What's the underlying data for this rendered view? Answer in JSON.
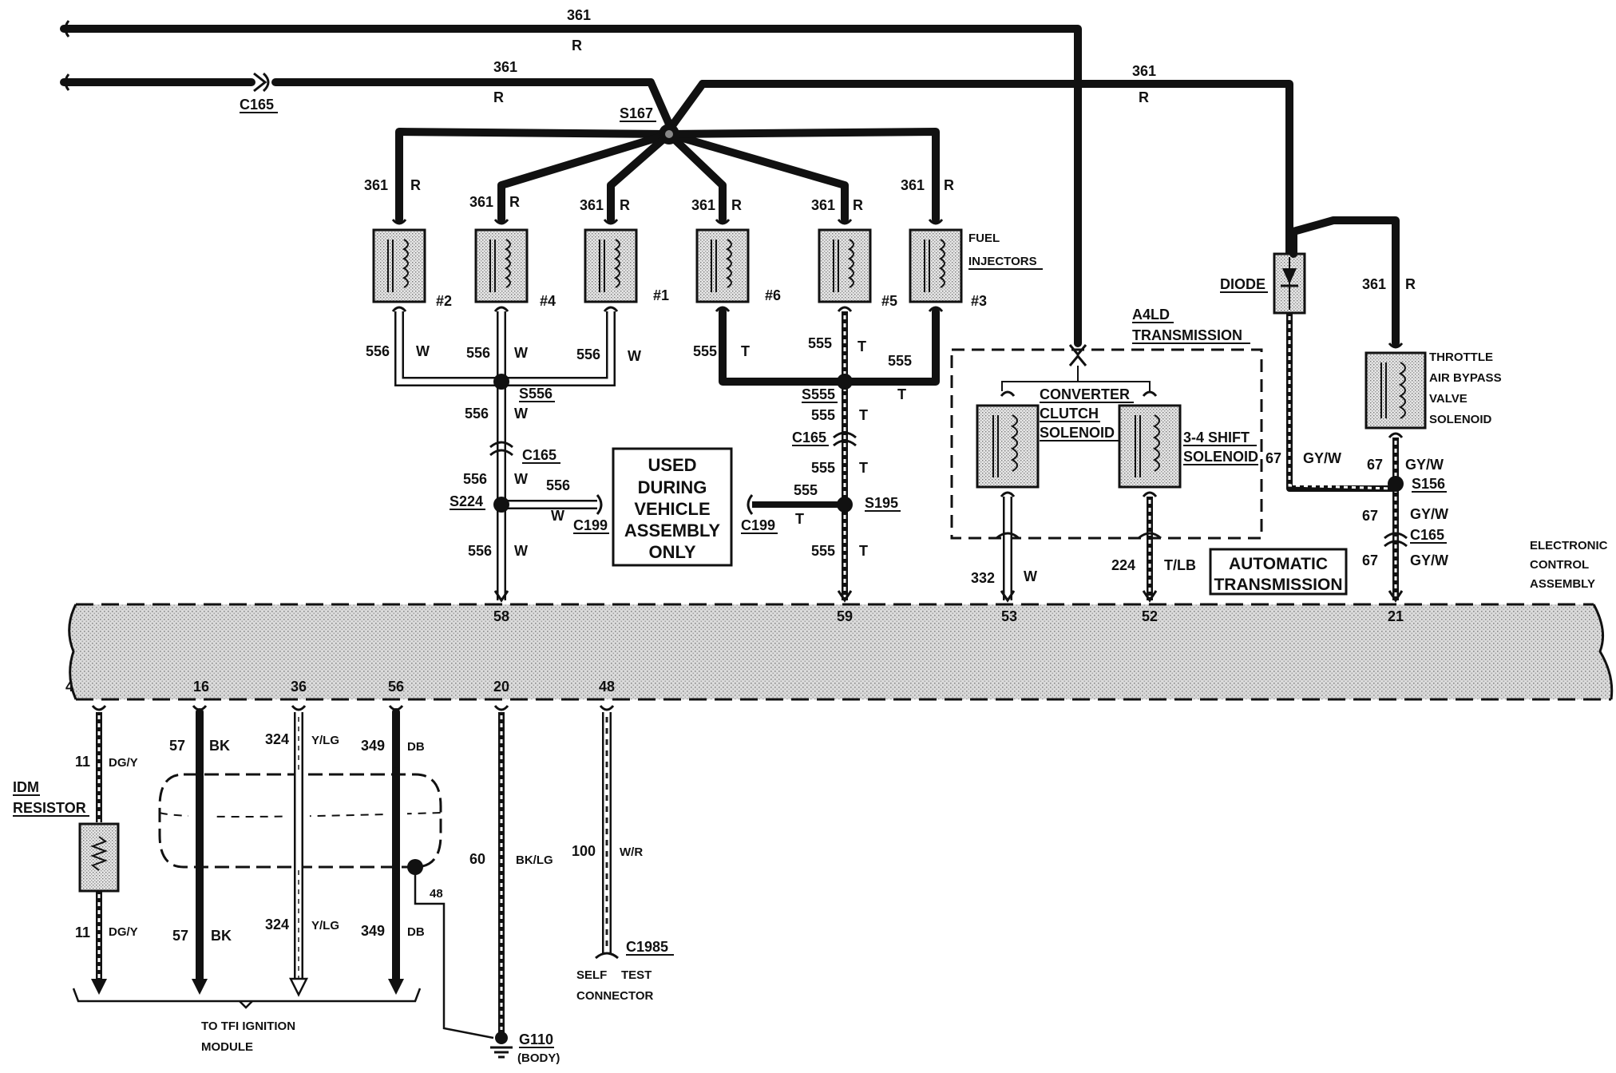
{
  "wires": {
    "w361": "361",
    "w556": "556",
    "w555": "555",
    "w332": "332",
    "w224": "224",
    "w67": "67",
    "w11": "11",
    "w57": "57",
    "w324": "324",
    "w349": "349",
    "w60": "60",
    "w100": "100",
    "w48": "48"
  },
  "colors": {
    "R": "R",
    "W": "W",
    "T": "T",
    "TLB": "T/LB",
    "GYW": "GY/W",
    "DGY": "DG/Y",
    "BK": "BK",
    "YLG": "Y/LG",
    "DB": "DB",
    "BKLG": "BK/LG",
    "WR": "W/R"
  },
  "connectors": {
    "c165": "C165",
    "c199": "C199",
    "c1985": "C1985"
  },
  "splices": {
    "s167": "S167",
    "s556": "S556",
    "s555": "S555",
    "s224": "S224",
    "s195": "S195",
    "s156": "S156"
  },
  "injectors": {
    "n2": "#2",
    "n4": "#4",
    "n1": "#1",
    "n6": "#6",
    "n5": "#5",
    "n3": "#3",
    "label_line1": "FUEL",
    "label_line2": "INJECTORS"
  },
  "labels": {
    "diode": "DIODE",
    "a4ld_line1": "A4LD",
    "a4ld_line2": "TRANSMISSION",
    "converter_line1": "CONVERTER",
    "converter_line2": "CLUTCH",
    "converter_line3": "SOLENOID",
    "shift_line1": "3-4 SHIFT",
    "shift_line2": "SOLENOID",
    "throttle_line1": "THROTTLE",
    "throttle_line2": "AIR BYPASS",
    "throttle_line3": "VALVE",
    "throttle_line4": "SOLENOID",
    "used_line1": "USED",
    "used_line2": "DURING",
    "used_line3": "VEHICLE",
    "used_line4": "ASSEMBLY",
    "used_line5": "ONLY",
    "auto_line1": "AUTOMATIC",
    "auto_line2": "TRANSMISSION",
    "eca_line1": "ELECTRONIC",
    "eca_line2": "CONTROL",
    "eca_line3": "ASSEMBLY",
    "idm_line1": "IDM",
    "idm_line2": "RESISTOR",
    "tfi_line1": "TO TFI IGNITION",
    "tfi_line2": "MODULE",
    "g110": "G110",
    "body": "(BODY)",
    "self": "SELF",
    "test": "TEST",
    "connector": "CONNECTOR"
  },
  "pins": {
    "p58": "58",
    "p59": "59",
    "p53": "53",
    "p52": "52",
    "p21": "21",
    "p4": "4",
    "p16": "16",
    "p36": "36",
    "p56": "56",
    "p20": "20",
    "p48": "48"
  }
}
